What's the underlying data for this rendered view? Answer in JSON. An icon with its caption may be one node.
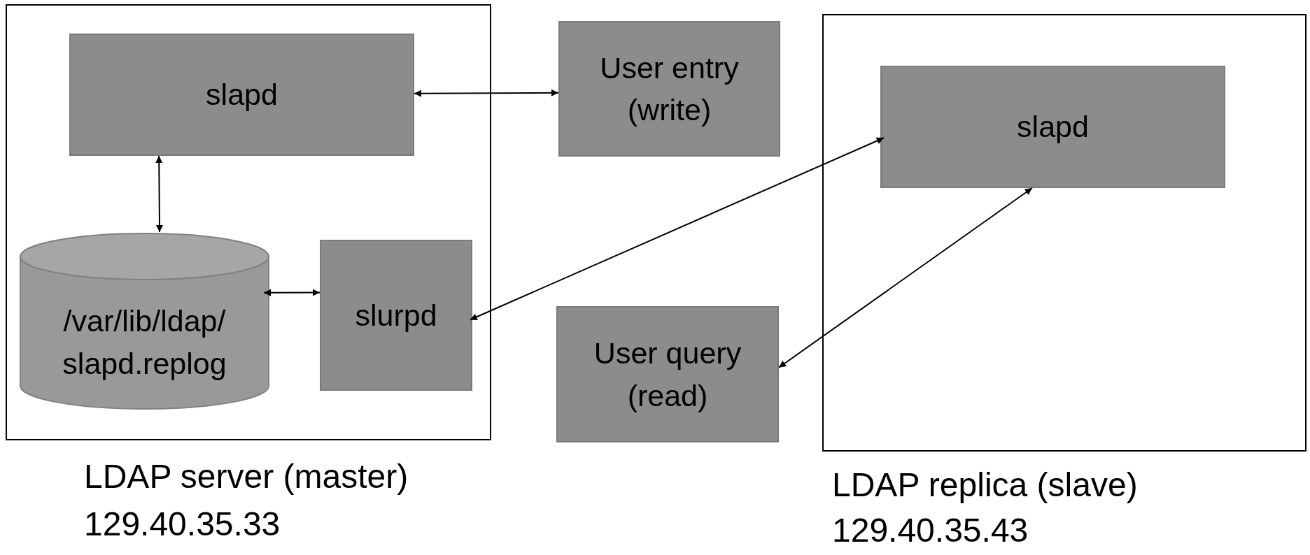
{
  "diagram": {
    "nodes": [
      {
        "text": [
          "LDAP server (master)",
          "129.40.35.33"
        ]
      },
      {
        "text": [
          "slapd"
        ],
        "in": 0
      },
      {
        "text": [
          "/var/lib/ldap/ slapd.replog"
        ],
        "in": 0
      },
      {
        "text": [
          "slurpd"
        ],
        "in": 0
      },
      {
        "text": [
          "User entry (write)"
        ]
      },
      {
        "text": [
          "LDAP replica (slave)",
          "129.40.35.43"
        ]
      },
      {
        "text": [
          "slapd"
        ],
        "in": 5
      },
      {
        "text": [
          "User query (read)"
        ]
      }
    ],
    "edges": [
      {
        "from": 1,
        "to": 4,
        "arrow": "both"
      },
      {
        "from": 1,
        "to": 2,
        "arrow": "both"
      },
      {
        "from": 2,
        "to": 3,
        "arrow": "both"
      },
      {
        "from": 3,
        "to": 6,
        "arrow": "both"
      },
      {
        "from": 7,
        "to": 6,
        "arrow": "both"
      }
    ]
  }
}
